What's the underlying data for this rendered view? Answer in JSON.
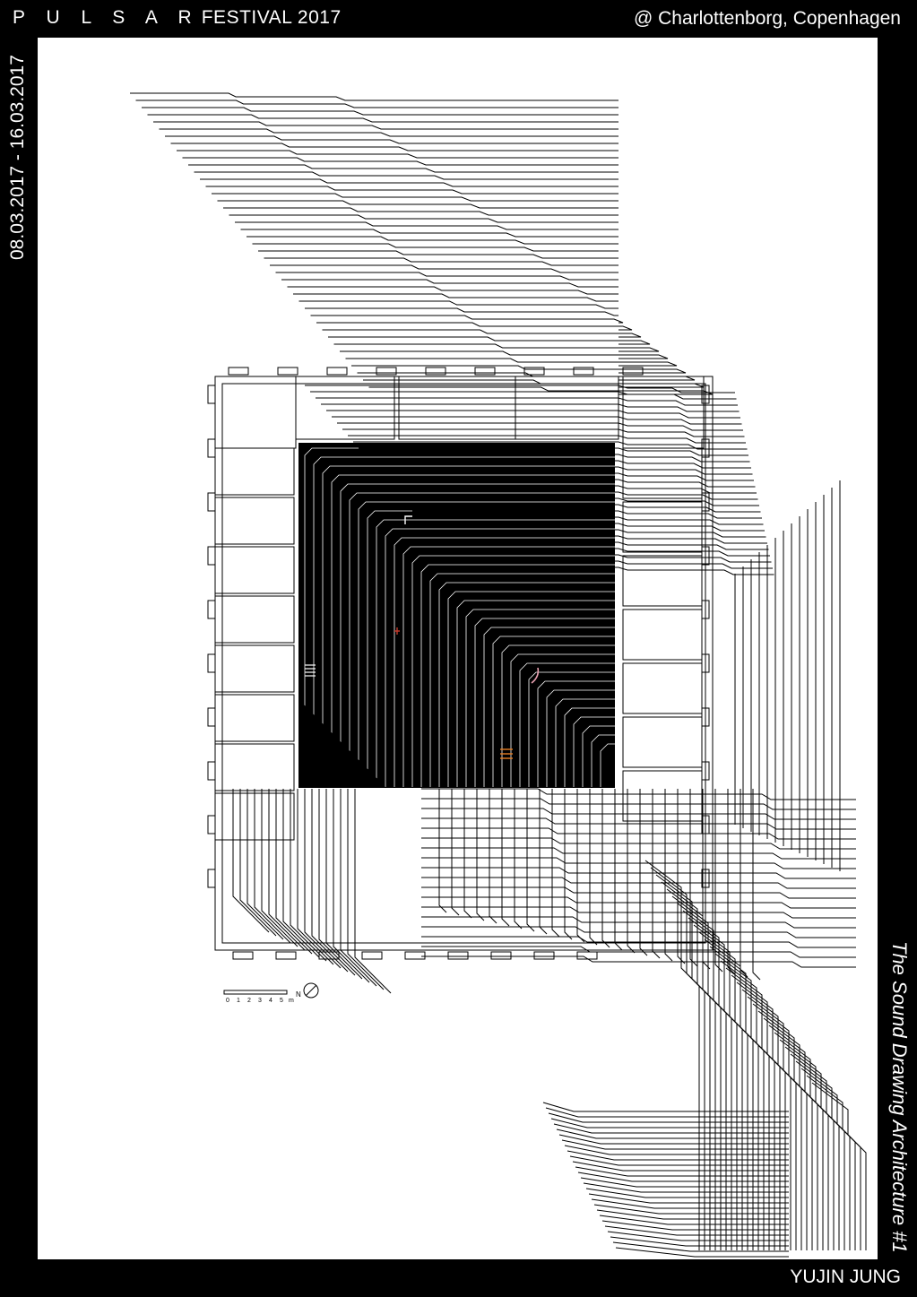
{
  "poster": {
    "festival_letters": "P U L S A R",
    "festival_rest": "FESTIVAL 2017",
    "venue": "@ Charlottenborg, Copenhagen",
    "dates": "08.03.2017 - 16.03.2017",
    "title": "The Sound Drawing Architecture #1",
    "artist": "YUJIN JUNG"
  },
  "scale_bar": {
    "ticks": [
      "0",
      "1",
      "2",
      "3",
      "4",
      "5"
    ],
    "unit": "m",
    "north_label": "N"
  },
  "colors": {
    "frame": "#000000",
    "paper": "#ffffff",
    "line": "#000000",
    "accent_red": "#c0392b",
    "accent_orange": "#e67e22",
    "accent_pink": "#e8a0b0"
  }
}
